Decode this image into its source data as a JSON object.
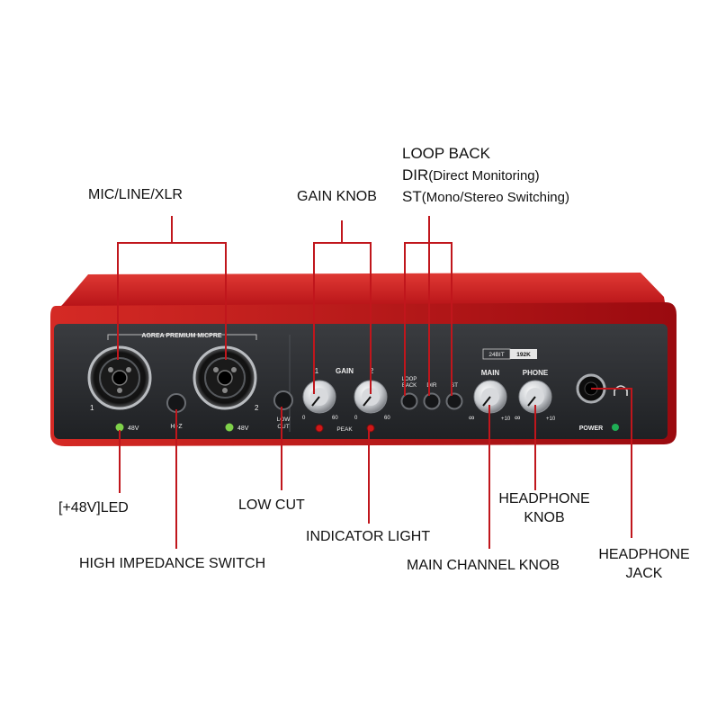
{
  "callouts": {
    "mic_line_xlr": "MIC/LINE/XLR",
    "gain_knob": "GAIN KNOB",
    "loop_back": "LOOP BACK",
    "dir": "DIR",
    "dir_desc": "(Direct Monitoring)",
    "st": "ST",
    "st_desc": "(Mono/Stereo Switching)",
    "led_48v": "[+48V]LED",
    "low_cut": "LOW CUT",
    "indicator_light": "INDICATOR LIGHT",
    "high_impedance_switch": "HIGH IMPEDANCE SWITCH",
    "headphone_knob_line1": "HEADPHONE",
    "headphone_knob_line2": "KNOB",
    "main_channel_knob": "MAIN CHANNEL KNOB",
    "headphone_jack_line1": "HEADPHONE",
    "headphone_jack_line2": "JACK"
  },
  "panel": {
    "brand": "AGREA PREMIUM MICPRE",
    "ch1": "1",
    "ch2": "2",
    "led_48v_1": "48V",
    "led_48v_2": "48V",
    "hiz": "Hi-Z",
    "low_cut_1": "LOW",
    "low_cut_2": "CUT",
    "gain": "GAIN",
    "gain_1": "1",
    "gain_2": "2",
    "knob_min_1": "0",
    "knob_max_1": "60",
    "knob_min_2": "0",
    "knob_max_2": "60",
    "peak": "PEAK",
    "loop_1": "LOOP",
    "loop_2": "BACK",
    "dir": "DIR",
    "st": "ST",
    "bit": "24BIT",
    "khz": "192K",
    "main": "MAIN",
    "phone": "PHONE",
    "main_min": "∞",
    "main_max": "+10",
    "phone_min": "∞",
    "phone_max": "+10",
    "power": "POWER"
  },
  "colors": {
    "chassis_red": "#c8141a",
    "panel_dark": "#2b2d30",
    "leader_red": "#c0161c",
    "led_green": "#7fd14a",
    "peak_red": "#d01818",
    "power_green": "#1fae55"
  }
}
